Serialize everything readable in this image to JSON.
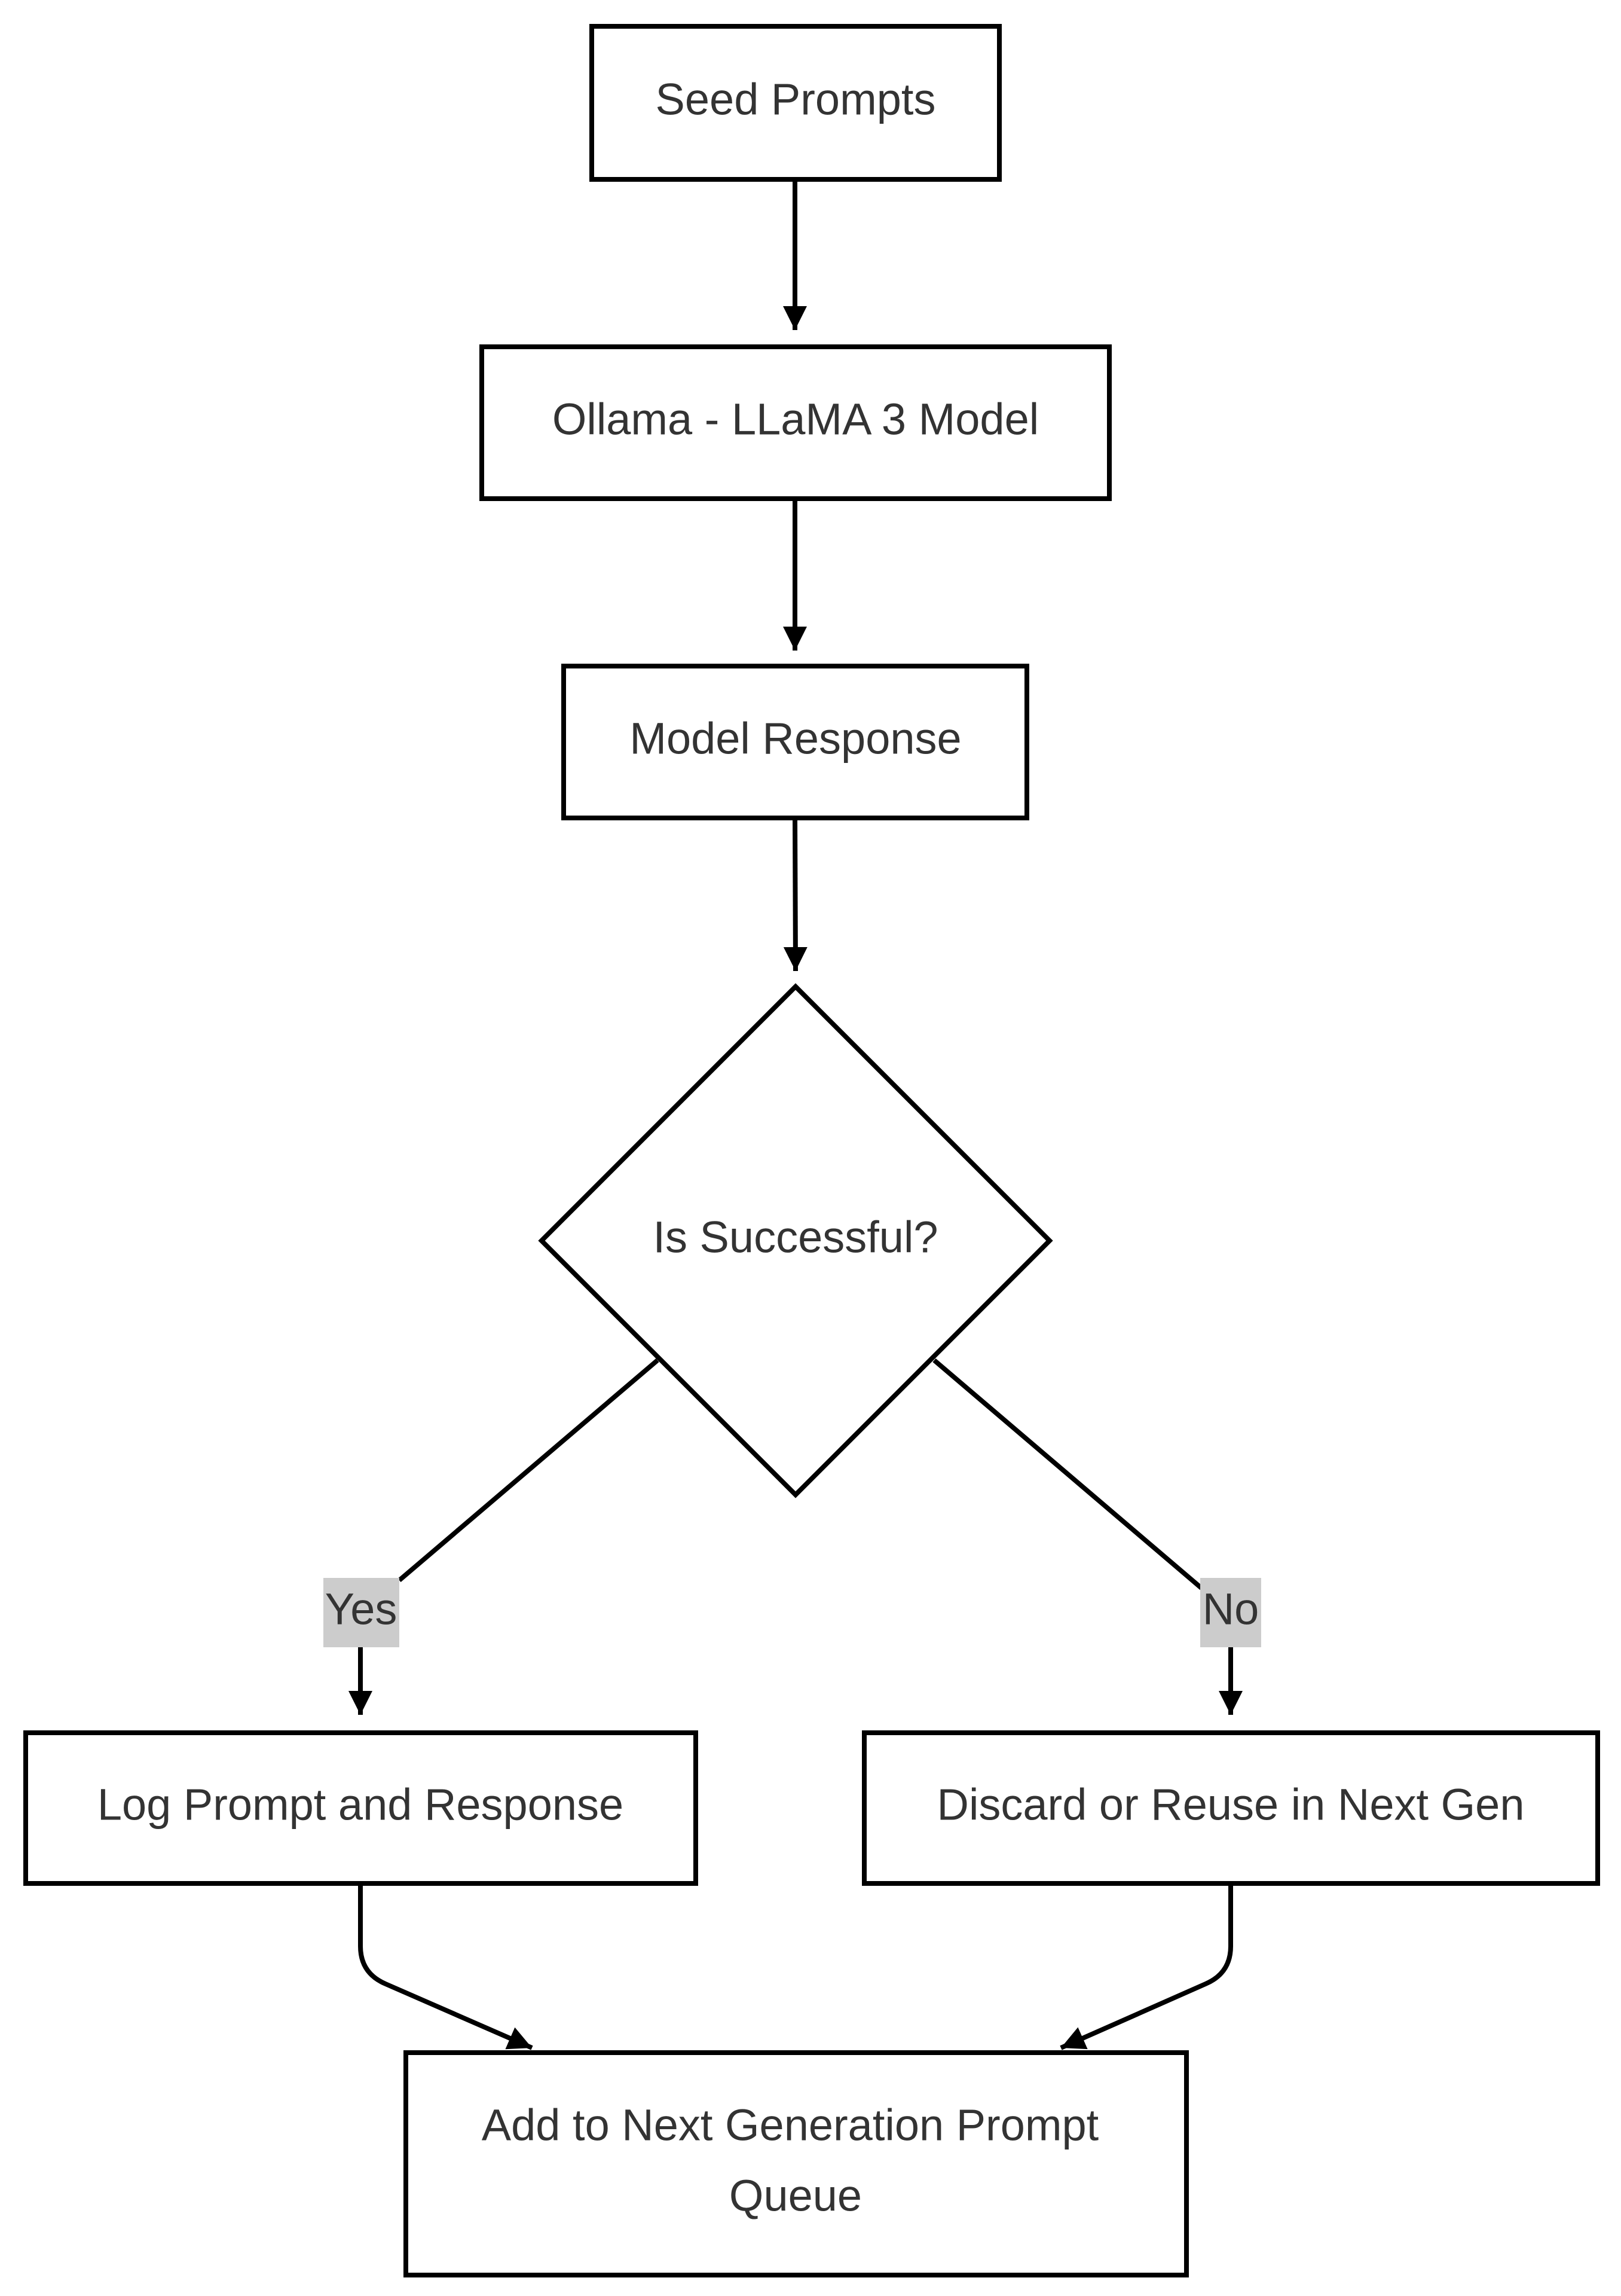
{
  "nodes": {
    "seed_prompts": "Seed Prompts",
    "ollama_model": "Ollama - LLaMA 3 Model",
    "model_response": "Model Response",
    "is_successful": "Is Successful?",
    "log_prompt": "Log Prompt and Response",
    "discard_reuse": "Discard or Reuse in Next Gen",
    "add_queue": {
      "line1": "Add to Next Generation Prompt",
      "line2": "Queue"
    }
  },
  "edges": {
    "yes_label": "Yes",
    "no_label": "No"
  }
}
